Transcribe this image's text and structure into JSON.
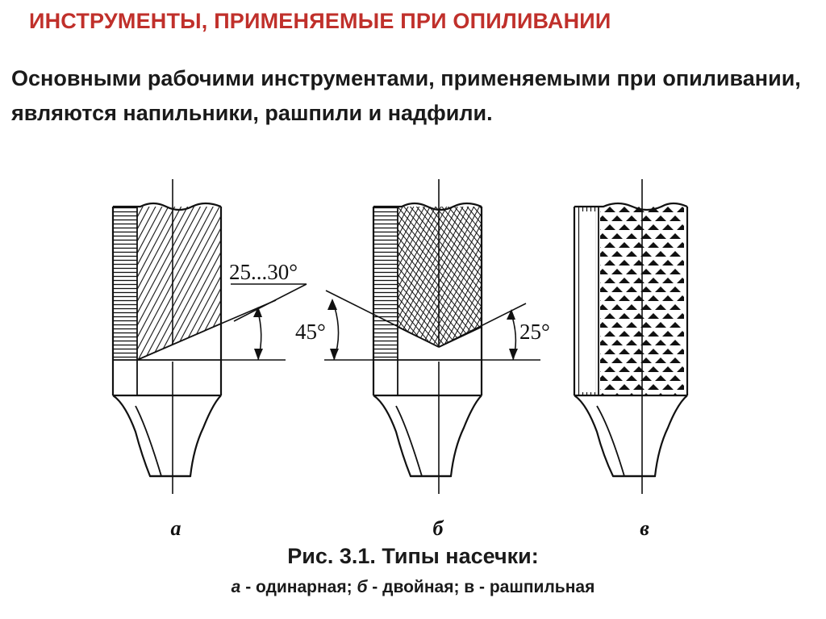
{
  "slide": {
    "title": "ИНСТРУМЕНТЫ, ПРИМЕНЯЕМЫЕ ПРИ ОПИЛИВАНИИ",
    "intro": "Основными рабочими инструментами, применяемыми при опиливании, являются напильники, рашпили и надфили."
  },
  "figure": {
    "caption": "Рис. 3.1. Типы насечки:",
    "legend": {
      "a_letter": "а",
      "a_text": " - одинарная; ",
      "b_letter": "б",
      "b_text": " - двойная; в - рашпильная"
    },
    "panels": [
      {
        "label": "а",
        "angle_label": "25...30°"
      },
      {
        "label": "б",
        "angle_left_label": "45°",
        "angle_right_label": "25°"
      },
      {
        "label": "в"
      }
    ]
  },
  "colors": {
    "title": "#c0302b",
    "text": "#1a1a1a",
    "ink": "#111111",
    "background": "#ffffff"
  }
}
